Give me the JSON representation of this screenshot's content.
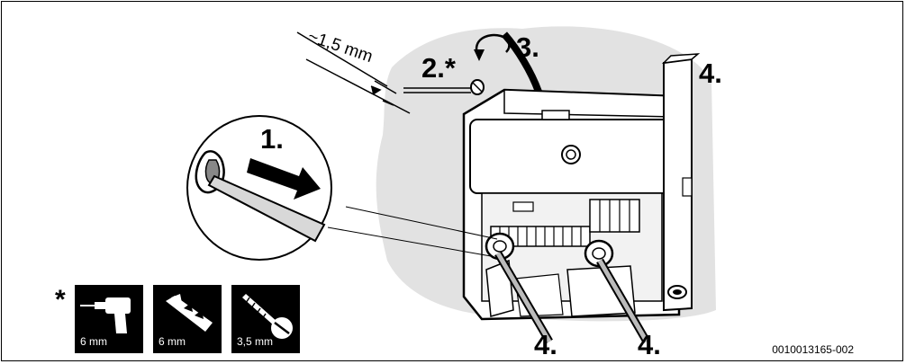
{
  "steps": {
    "step1": "1.",
    "step2": "2.*",
    "step3": "3.",
    "step4_right": "4.",
    "step4_bottom_left": "4.",
    "step4_bottom_right": "4."
  },
  "dimension": {
    "label": "~1,5 mm"
  },
  "accessories": {
    "marker": "*",
    "items": [
      {
        "icon": "drill-icon",
        "label": "6 mm"
      },
      {
        "icon": "wall-plug-icon",
        "label": "6 mm"
      },
      {
        "icon": "screw-icon",
        "label": "3,5 mm"
      }
    ]
  },
  "document_code": "0010013165-002"
}
